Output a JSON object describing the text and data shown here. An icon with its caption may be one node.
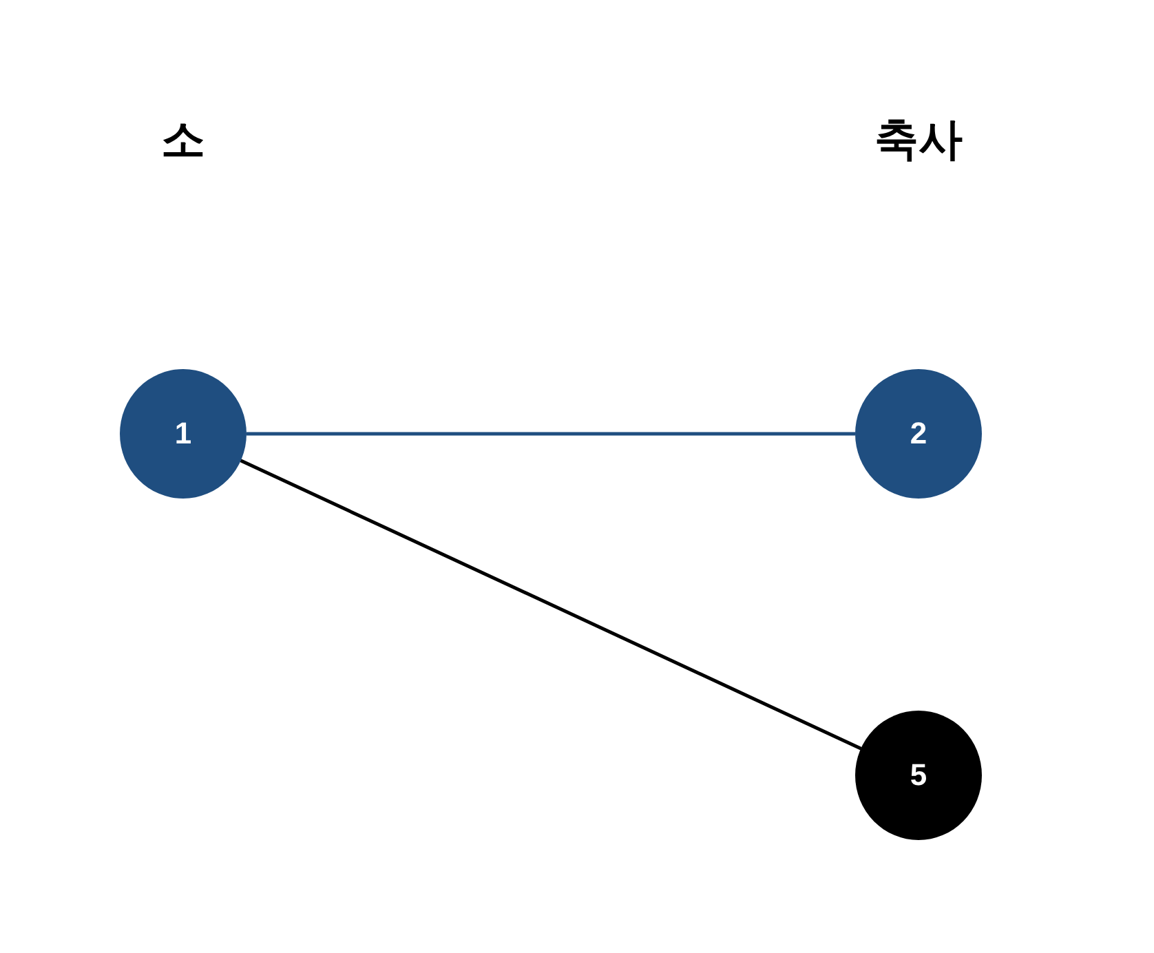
{
  "diagram": {
    "nodes": [
      {
        "text": [
          "1"
        ]
      },
      {
        "text": [
          "2"
        ]
      },
      {
        "text": [
          "5"
        ]
      }
    ],
    "edges": [
      {
        "from": 0,
        "to": 1,
        "arrow": "none",
        "color": "#1f4e80"
      },
      {
        "from": 0,
        "to": 2,
        "arrow": "none",
        "color": "#000000"
      }
    ],
    "labels": [
      "소",
      "축사"
    ]
  }
}
